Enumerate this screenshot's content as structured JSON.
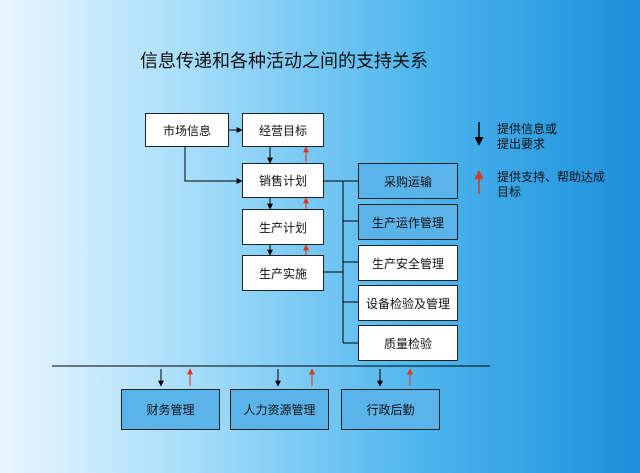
{
  "title": "信息传递和各种活动之间的支持关系",
  "boxes": {
    "market_info": "市场信息",
    "business_goal": "经营目标",
    "sales_plan": "销售计划",
    "production_plan": "生产计划",
    "production_exec": "生产实施",
    "purchase_transport": "采购运输",
    "production_ops": "生产运作管理",
    "production_safety": "生产安全管理",
    "equipment_inspection": "设备检验及管理",
    "quality_inspection": "质量检验",
    "finance": "财务管理",
    "hr": "人力资源管理",
    "admin_logistics": "行政后勤"
  },
  "legend": {
    "info_line1": "提供信息或",
    "info_line2": "提出要求",
    "support_line1": "提供支持、帮助达成",
    "support_line2": "目标"
  },
  "colors": {
    "info_arrow": "#000000",
    "support_arrow": "#e0311a",
    "box_white": "#ffffff",
    "box_blue": "#5ab4ea"
  }
}
